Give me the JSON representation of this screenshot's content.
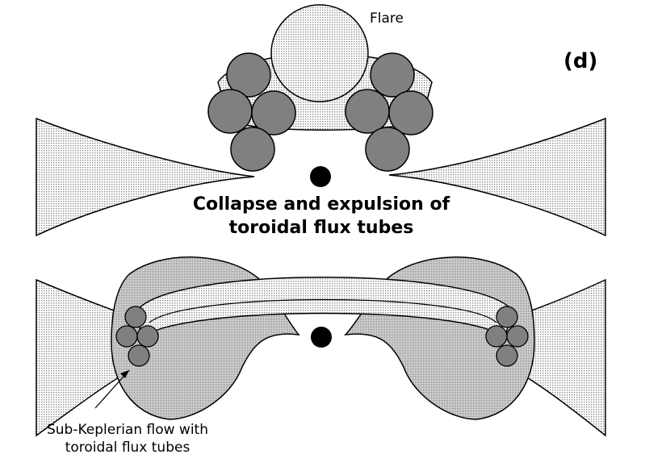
{
  "panel_label": "(d)",
  "flare_label": "Flare",
  "caption": {
    "line1": "Collapse and expulsion of",
    "line2": "toroidal flux tubes"
  },
  "flow_label": {
    "line1": "Sub-Keplerian flow with",
    "line2": "toroidal flux tubes"
  },
  "colors": {
    "flux_tube": "#808080",
    "disk_fill": "#e2e2e2",
    "torus_fill": "#d2d2d2",
    "cloud_fill": "#c6c6c6",
    "black_hole": "#000000"
  }
}
